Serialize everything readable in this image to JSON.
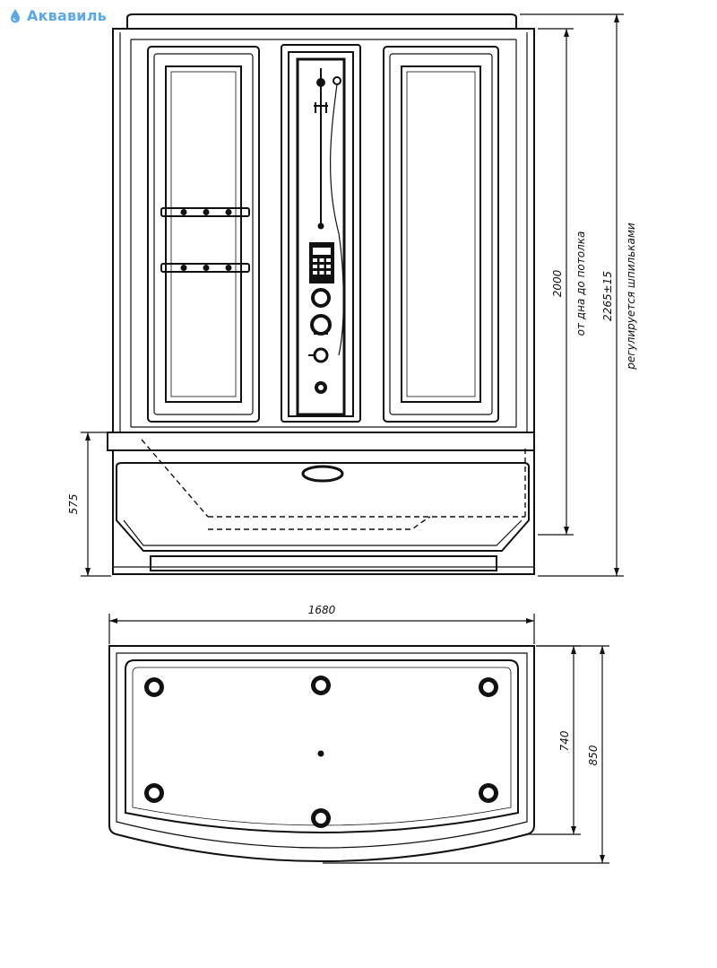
{
  "brand": {
    "name": "Аквавиль",
    "color": "#5aa9e6"
  },
  "dimensions": {
    "total_height": "2265±15",
    "total_height_note": "регулируется шпильками",
    "floor_to_ceiling": "2000",
    "floor_to_ceiling_note": "от дна до потолка",
    "tub_height": "575",
    "width": "1680",
    "depth_inner": "740",
    "depth_outer": "850"
  },
  "icons": {
    "logo": "water-drop-icon",
    "jets": "jet-nozzle-icon",
    "drain": "drain-icon",
    "shower": "shower-head-icon",
    "control_panel": "keypad-icon"
  },
  "jets": [
    {
      "id": "rear-left"
    },
    {
      "id": "rear-center"
    },
    {
      "id": "rear-right"
    },
    {
      "id": "front-left"
    },
    {
      "id": "front-center"
    },
    {
      "id": "front-right"
    }
  ]
}
